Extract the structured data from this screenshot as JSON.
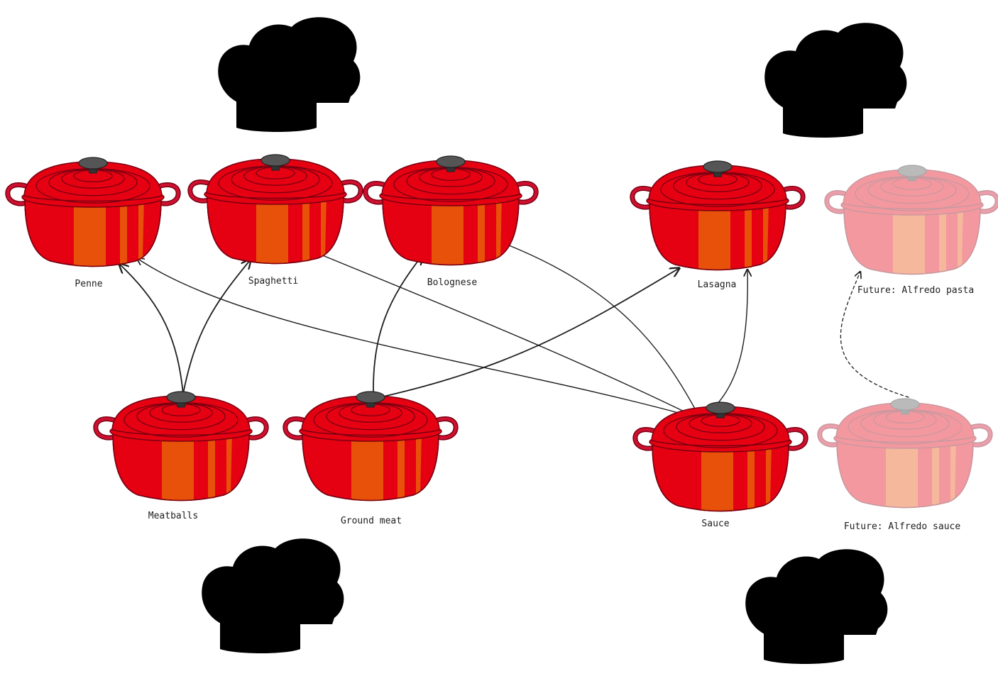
{
  "diagram": {
    "palette": {
      "pot_body": "#e50012",
      "pot_stripe": "#e85109",
      "pot_edge": "#7a0011",
      "pot_handle": "#d01030",
      "knob": "#555555",
      "line": "#1e1e1e",
      "future_opacity": 0.4
    },
    "pots": [
      {
        "id": "penne",
        "label": "Penne",
        "future": false
      },
      {
        "id": "spaghetti",
        "label": "Spaghetti",
        "future": false
      },
      {
        "id": "bolognese",
        "label": "Bolognese",
        "future": false
      },
      {
        "id": "lasagna",
        "label": "Lasagna",
        "future": false
      },
      {
        "id": "alfredo-pasta",
        "label": "Future: Alfredo pasta",
        "future": true
      },
      {
        "id": "meatballs",
        "label": "Meatballs",
        "future": false
      },
      {
        "id": "ground-meat",
        "label": "Ground meat",
        "future": false
      },
      {
        "id": "sauce",
        "label": "Sauce",
        "future": false
      },
      {
        "id": "alfredo-sauce",
        "label": "Future: Alfredo sauce",
        "future": true
      }
    ],
    "edges": [
      {
        "from": "meatballs",
        "to": "penne"
      },
      {
        "from": "meatballs",
        "to": "spaghetti"
      },
      {
        "from": "ground-meat",
        "to": "bolognese"
      },
      {
        "from": "ground-meat",
        "to": "lasagna"
      },
      {
        "from": "sauce",
        "to": "penne"
      },
      {
        "from": "sauce",
        "to": "spaghetti"
      },
      {
        "from": "sauce",
        "to": "bolognese"
      },
      {
        "from": "sauce",
        "to": "lasagna"
      },
      {
        "from": "alfredo-sauce",
        "to": "alfredo-pasta",
        "style": "dashed"
      }
    ],
    "chef_hats": [
      {
        "id": "hat-top-left"
      },
      {
        "id": "hat-top-right"
      },
      {
        "id": "hat-bottom-left"
      },
      {
        "id": "hat-bottom-right"
      }
    ]
  }
}
